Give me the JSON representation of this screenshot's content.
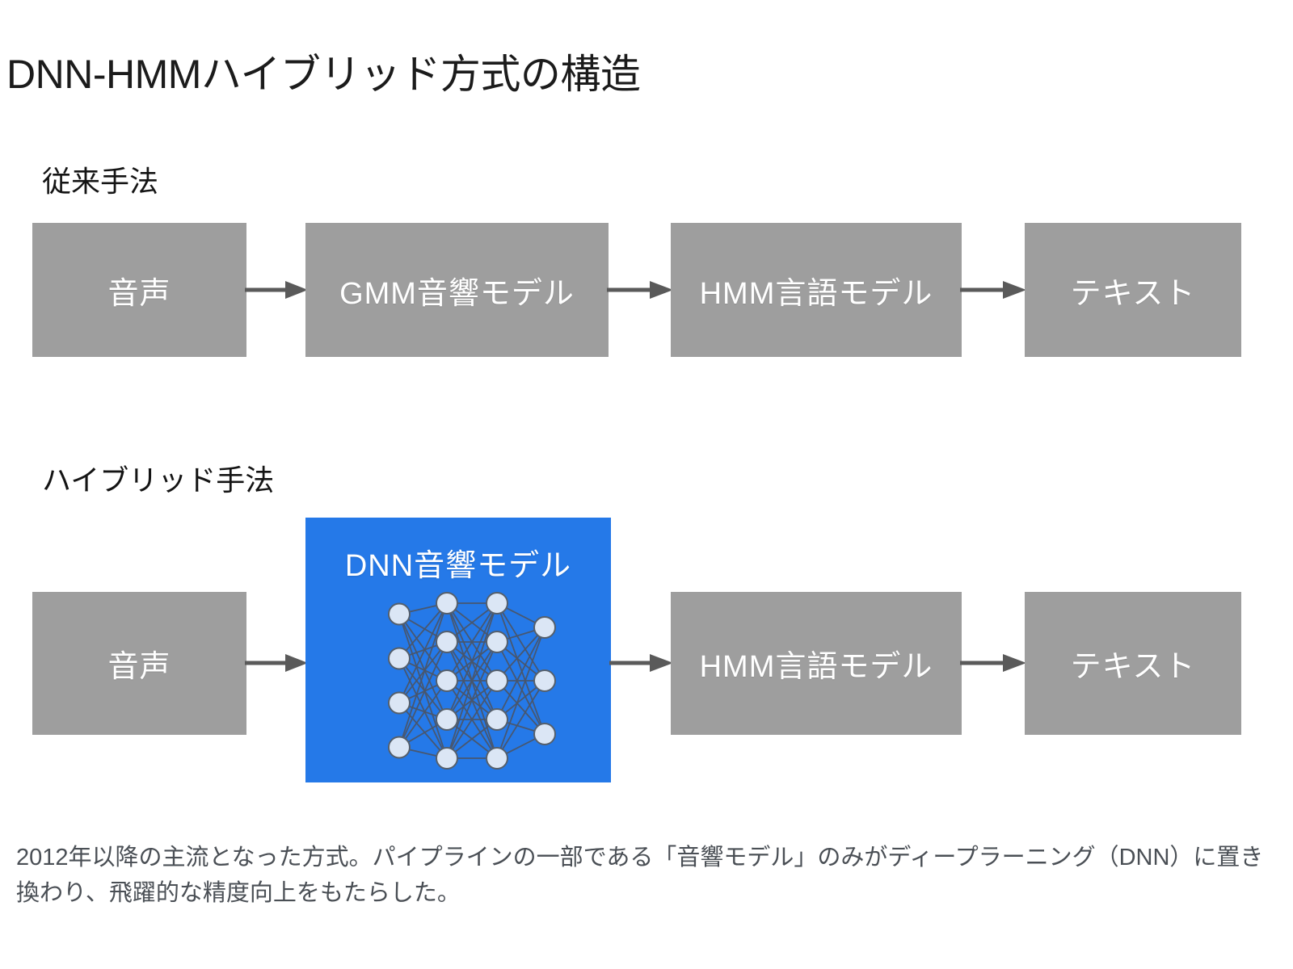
{
  "page": {
    "title": "DNN-HMMハイブリッド方式の構造",
    "background_color": "#ffffff"
  },
  "colors": {
    "box_gray": "#9e9e9e",
    "dnn_blue": "#2579e8",
    "arrow_gray": "#5a5a5a",
    "title_text": "#1b1b1b",
    "caption_text": "#4a4f55",
    "node_fill": "#dbe6f5",
    "node_stroke": "#555f6b",
    "edge_stroke": "#49566b"
  },
  "sections": [
    {
      "id": "conventional",
      "label": "従来手法",
      "pipeline": [
        {
          "id": "speech",
          "label": "音声",
          "style": "gray"
        },
        {
          "id": "gmm-acoustic-model",
          "label": "GMM音響モデル",
          "style": "gray"
        },
        {
          "id": "hmm-language-model",
          "label": "HMM言語モデル",
          "style": "gray"
        },
        {
          "id": "text",
          "label": "テキスト",
          "style": "gray"
        }
      ]
    },
    {
      "id": "hybrid",
      "label": "ハイブリッド手法",
      "pipeline": [
        {
          "id": "speech",
          "label": "音声",
          "style": "gray"
        },
        {
          "id": "dnn-acoustic-model",
          "label": "DNN音響モデル",
          "style": "blue"
        },
        {
          "id": "hmm-language-model",
          "label": "HMM言語モデル",
          "style": "gray"
        },
        {
          "id": "text",
          "label": "テキスト",
          "style": "gray"
        }
      ]
    }
  ],
  "dnn_network": {
    "layers": [
      4,
      5,
      5,
      3
    ],
    "fully_connected": true
  },
  "caption": {
    "text": "2012年以降の主流となった方式。パイプラインの一部である「音響モデル」のみがディープラーニング（DNN）に置き換わり、飛躍的な精度向上をもたらした。"
  }
}
